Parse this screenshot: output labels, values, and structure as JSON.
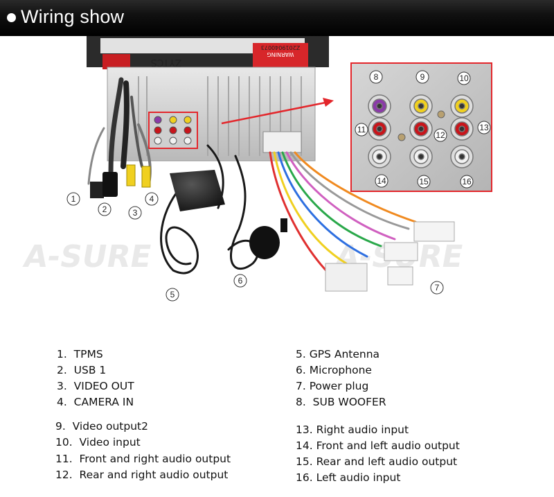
{
  "header": {
    "title": "Wiring show"
  },
  "photo": {
    "panel_labels": {
      "zytcs": "ZYTCS",
      "serial": "Z2019040073",
      "warning": "WARNING",
      "watermark": "A-SURE"
    },
    "callouts": [
      "1",
      "2",
      "3",
      "4",
      "5",
      "6",
      "7",
      "8",
      "9",
      "10",
      "11",
      "12",
      "13",
      "14",
      "15",
      "16"
    ],
    "rca_colors": {
      "purple": "#8b3aa8",
      "yellow": "#f0d020",
      "red": "#c8151b",
      "white": "#f2f2f2"
    },
    "highlight_color": "#e3262b"
  },
  "legend": {
    "col1_a": [
      "1.  TPMS",
      "2.  USB 1",
      "3.  VIDEO OUT",
      "4.  CAMERA IN"
    ],
    "col1_b": [
      "9.  Video output2",
      "10.  Video input",
      "11.  Front and right audio output",
      "12.  Rear and right audio output"
    ],
    "col2_a": [
      "5. GPS Antenna",
      "6. Microphone",
      "7. Power plug",
      "8.  SUB WOOFER"
    ],
    "col2_b": [
      "13. Right audio input",
      "14. Front and left audio output",
      "15. Rear and left audio output",
      "16. Left audio input"
    ]
  }
}
